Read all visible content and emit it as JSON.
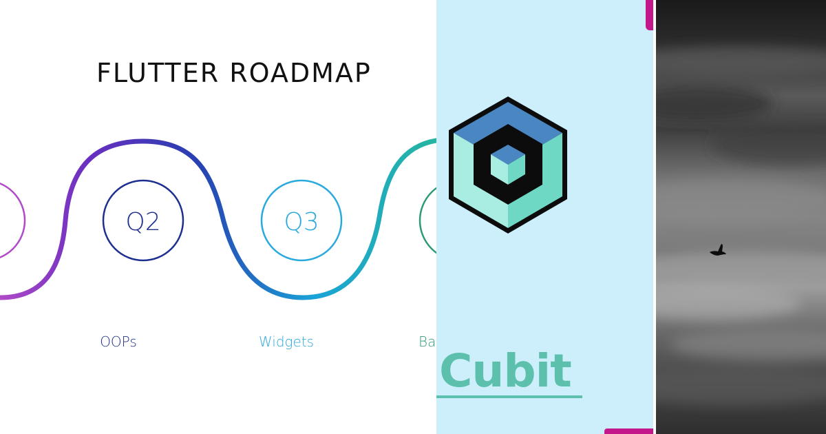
{
  "roadmap": {
    "title": "FLUTTER ROADMAP",
    "milestones": [
      {
        "quarter": "Q2",
        "topic": "OOPs",
        "color": "#1d2f8f"
      },
      {
        "quarter": "Q3",
        "topic": "Widgets",
        "color": "#29a9dd"
      },
      {
        "quarter": "",
        "topic": "Ba",
        "color": "#2e9a78"
      }
    ],
    "gradient_colors": [
      "#b04ac8",
      "#6a2fc0",
      "#2740b0",
      "#1aa3d8",
      "#26b5a0"
    ]
  },
  "cubit": {
    "label": "Cubit",
    "background": "#cdeefb",
    "accent": "#c2188b",
    "logo_colors": {
      "dark": "#0c0c0c",
      "blue": "#4a86c2",
      "teal": "#6fd8c4",
      "light": "#a9ede2"
    }
  },
  "sky": {
    "icon": "bird-silhouette-icon",
    "palette": "grayscale"
  }
}
